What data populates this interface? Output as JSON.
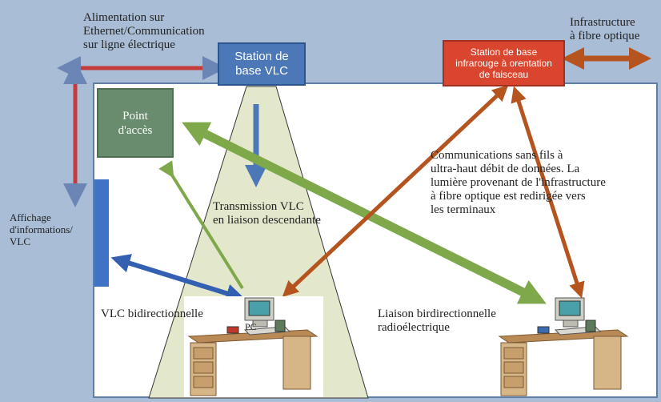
{
  "labels": {
    "power": "Alimentation sur\nEthernet/Communication\nsur ligne électrique",
    "fiber": "Infrastructure\nà fibre optique",
    "vlc_station": "Station de\nbase VLC",
    "ir_station": "Station de base\ninfrarouge à orentation\nde faisceau",
    "access_point": "Point\nd'accès",
    "display": "Affichage\nd'informations/\nVLC",
    "downlink": "Transmission VLC\nen liaison descendante",
    "wireless": "Communications sans fils à\nultra-haut débit de données. La\nlumière provenant de l'infrastructure\nà fibre optique est redirigée vers\nles terminaux",
    "bidirectional": "VLC bidirectionnelle",
    "radio": "Liaison birdirectionnelle\nradioélectrique",
    "pc": "PC"
  },
  "colors": {
    "background": "#a9bdd6",
    "vlc_blue": "#4d78b8",
    "ir_red": "#d9452e",
    "access_green": "#6a8c6e",
    "link_green": "#7ea84a",
    "fiber_brown": "#b5541f",
    "cone": "#e3e8cc",
    "power_red": "#c53a3a"
  }
}
